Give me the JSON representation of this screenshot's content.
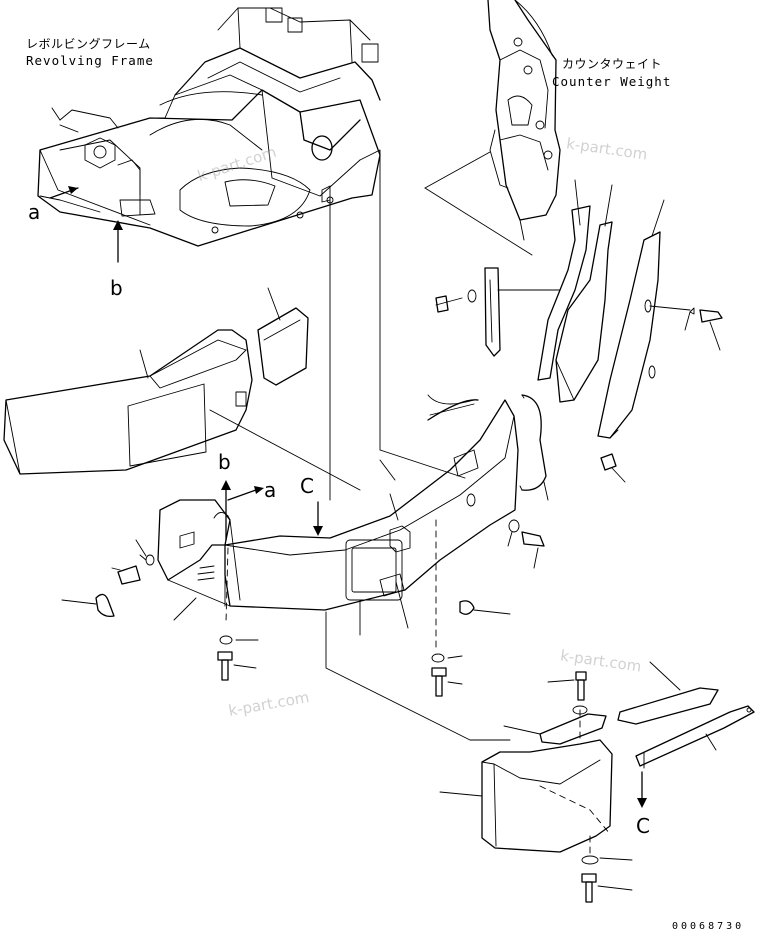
{
  "labels": {
    "revolving_frame_jp": "レボルビングフレーム",
    "revolving_frame_en": "Revolving Frame",
    "counter_weight_jp": "カウンタウェイト",
    "counter_weight_en": "Counter Weight"
  },
  "reference_letters": {
    "a_frame": "a",
    "b_frame": "b",
    "b_weight": "b",
    "a_weight": "a",
    "c_weight": "C",
    "c_lower": "C"
  },
  "watermark": "k-part.com",
  "drawing_number": "00068730",
  "colors": {
    "ink": "#000000",
    "watermark": "#9a9a9a",
    "background": "#ffffff"
  }
}
